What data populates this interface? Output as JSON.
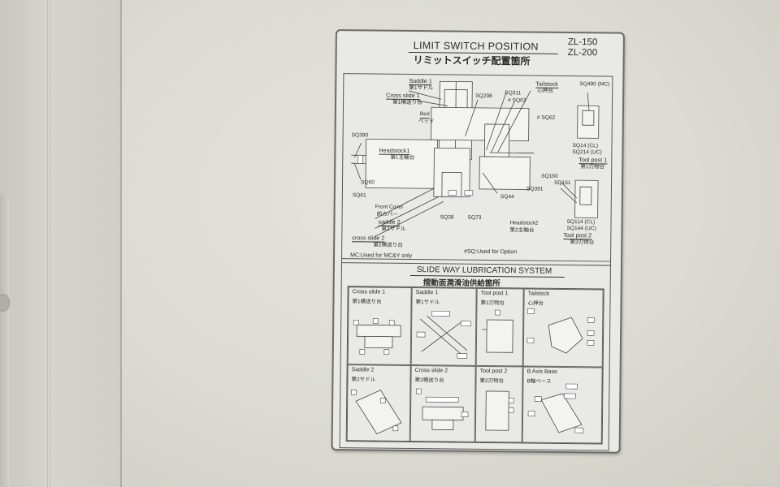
{
  "plate": {
    "title": "LIMIT SWITCH POSITION",
    "title_jp": "リミットスイッチ配置箇所",
    "model_1": "ZL-150",
    "model_2": "ZL-200"
  },
  "limit_switch": {
    "labels": {
      "saddle1": "Saddle 1",
      "saddle1_jp": "第1サドル",
      "cross_slide1": "Cross slide 1",
      "cross_slide1_jp": "第1横送り台",
      "bed": "Bed",
      "bed_jp": "ベッド",
      "tailstock": "Tailstock",
      "tailstock_jp": "心押台",
      "headstock1": "Headstock1",
      "headstock1_jp": "第1主軸台",
      "front_cover": "Front Cover",
      "front_cover_jp": "前カバー",
      "saddle2": "saddle 2",
      "saddle2_jp": "第2サドル",
      "cross_slide2": "cross slide 2",
      "cross_slide2_jp": "第2横送り台",
      "headstock2_jp": "第2主軸台",
      "headstock2": "Headstock2",
      "tool_post1": "Tool post 1",
      "tool_post1_jp": "第1刃物台",
      "tool_post2": "Tool post 2",
      "tool_post2_jp": "第2刃物台"
    },
    "switches": {
      "sq298": "SQ298",
      "sq311": "SQ311",
      "sq63": "# SQ63",
      "sq490": "SQ490 (MC)",
      "sq62": "# SQ62",
      "sq390": "SQ390",
      "sq60": "SQ60",
      "sq61": "SQ61",
      "sq14": "SQ14  (CL)",
      "sq214": "SQ214 (UC)",
      "sq160": "SQ160",
      "sq161": "SQ161",
      "sq391": "SQ391",
      "sq44": "SQ44",
      "sq38": "SQ38",
      "sq73": "SQ73",
      "sq114": "SQ114 (CL)",
      "sq144": "SQ144 (UC)"
    },
    "note_mc": "MC:Used for MC&Y only",
    "note_sq": "#SQ:Used for Option"
  },
  "lubrication": {
    "title": "SLIDE WAY LUBRICATION SYSTEM",
    "title_jp": "摺動面潤滑油供給箇所",
    "cells": [
      {
        "title": "Cross slide 1",
        "title_jp": "第1横送り台"
      },
      {
        "title": "Saddle 1",
        "title_jp": "第1サドル"
      },
      {
        "title": "Tool post 1",
        "title_jp": "第1刃物台"
      },
      {
        "title": "Tailstock",
        "title_jp": "心押台"
      },
      {
        "title": "Saddle 2",
        "title_jp": "第2サドル"
      },
      {
        "title": "Cross slide 2",
        "title_jp": "第2横送り台"
      },
      {
        "title": "Tool post 2",
        "title_jp": "第2刃物台"
      },
      {
        "title": "B Axis Base",
        "title_jp": "B軸ベース"
      }
    ]
  }
}
